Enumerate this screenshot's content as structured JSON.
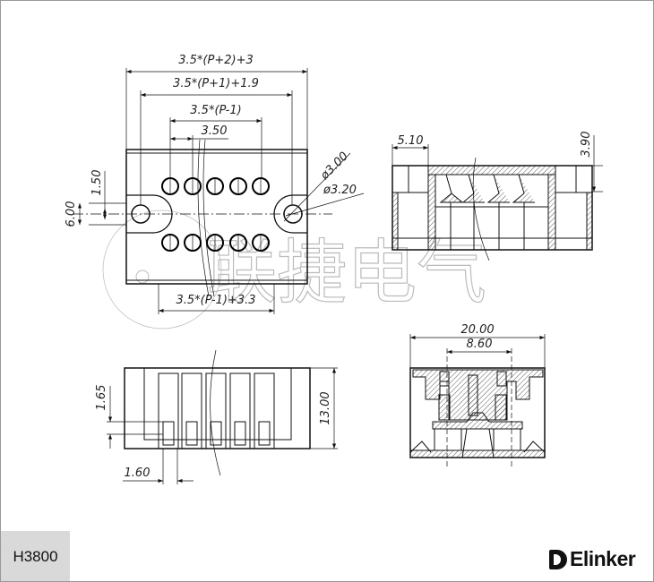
{
  "model": "H3800",
  "brand": "Elinker",
  "watermark": "联捷电气",
  "top_view": {
    "dim_overall": "3.5*(P+2)+3",
    "dim_mount": "3.5*(P+1)+1.9",
    "dim_pins": "3.5*(P-1)",
    "dim_pitch": "3.50",
    "dim_hole_outer": "ø3.00",
    "dim_hole_inner": "ø3.20",
    "dim_offset": "1.50",
    "dim_height": "6.00",
    "dim_bottom": "3.5*(P-1)+3.3"
  },
  "side_section": {
    "dim_flange": "5.10",
    "dim_depth": "3.90"
  },
  "front_view": {
    "dim_pin_height": "1.65",
    "dim_total_height": "13.00",
    "dim_pin_width": "1.60"
  },
  "end_section": {
    "dim_width": "20.00",
    "dim_pin_spacing": "8.60"
  }
}
